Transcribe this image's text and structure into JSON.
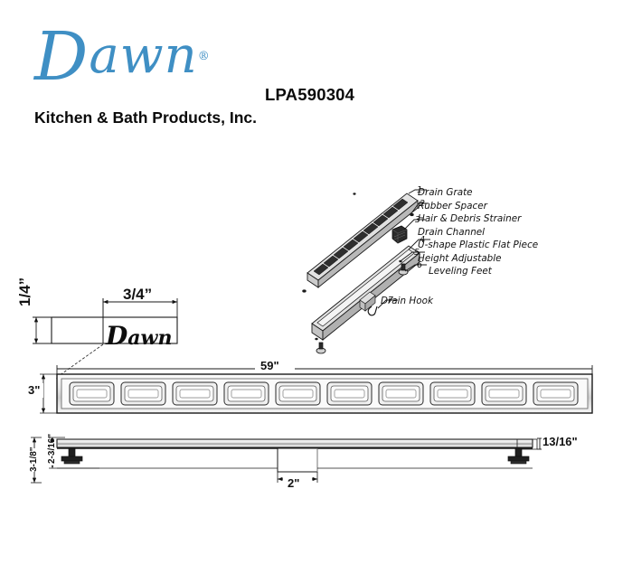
{
  "document": {
    "type": "technical-drawing",
    "title": "Dawn Linear Shower Drain Specification Drawing"
  },
  "header": {
    "brand_script": "awn",
    "brand_initial": "D",
    "registered_mark": "®",
    "tagline": "Kitchen & Bath Products, Inc.",
    "model_number": "LPA590304",
    "brand_color": "#3f8fc4"
  },
  "exploded_view": {
    "callouts": [
      {
        "number": "1",
        "label": "Drain Grate"
      },
      {
        "number": "2",
        "label": "Rubber Spacer"
      },
      {
        "number": "3",
        "label": "Hair & Debris Strainer"
      },
      {
        "number": "4",
        "label": "Drain Channel"
      },
      {
        "number": "5",
        "label": "U-shape Plastic Flat Piece"
      },
      {
        "number": "6",
        "label": "Height Adjustable"
      },
      {
        "number": "6b",
        "label": "Leveling Feet"
      },
      {
        "number": "7",
        "label": "Drain Hook"
      }
    ]
  },
  "detail_view": {
    "logo_text_initial": "D",
    "logo_text_rest": "awn",
    "width_dimension": "3/4”",
    "height_dimension": "1/4”"
  },
  "top_view": {
    "length_dimension": "59\"",
    "width_dimension": "3\"",
    "slot_count": 10
  },
  "side_view": {
    "overall_height_dimension": "3-1/8\"",
    "inner_height_dimension": "2-3/16\"",
    "body_thickness_dimension": "13/16\"",
    "outlet_width_dimension": "2\"",
    "leveling_feet_count": 2
  },
  "colors": {
    "line": "#1a1a1a",
    "light_line": "#8a8a8a",
    "fill_light": "#f2f2f2",
    "fill_mid": "#d9d9d9",
    "fill_dark": "#3a3a3a",
    "background": "#ffffff"
  }
}
